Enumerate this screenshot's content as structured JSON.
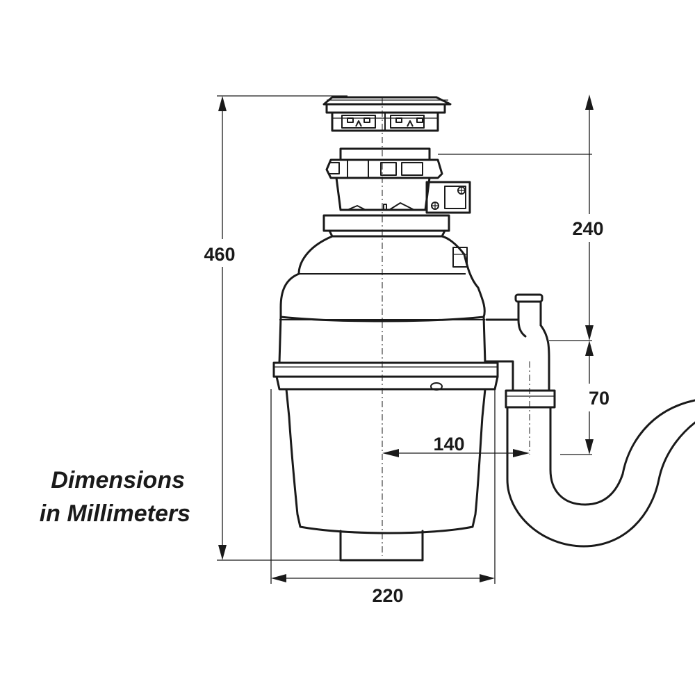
{
  "dimensions": {
    "overall_height": "460",
    "inlet_to_outlet_height": "240",
    "outlet_to_drain_height": "70",
    "centerline_to_drain_width": "140",
    "body_width": "220"
  },
  "note": {
    "line1": "Dimensions",
    "line2": "in Millimeters"
  },
  "colors": {
    "line": "#1a1a1a",
    "background": "#ffffff"
  }
}
